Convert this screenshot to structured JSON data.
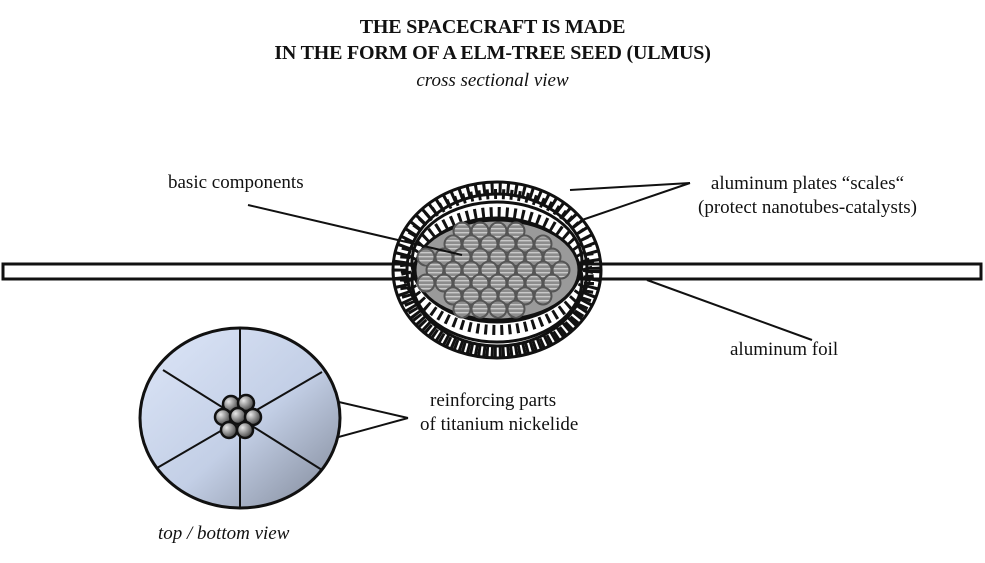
{
  "title": {
    "line1": "THE SPACECRAFT IS MADE",
    "line2": "IN THE FORM OF A ELM-TREE  SEED (ULMUS)",
    "subtitle": "cross sectional view"
  },
  "labels": {
    "basic_components": "basic components",
    "aluminum_plates_line1": "aluminum plates “scales“",
    "aluminum_plates_line2": "(protect nanotubes-catalysts)",
    "aluminum_foil": "aluminum foil",
    "reinforcing_line1": "reinforcing parts",
    "reinforcing_line2": "of titanium nickelide",
    "top_bottom_view": "top / bottom view"
  },
  "colors": {
    "disc_light": "#dbe4f6",
    "disc_dark": "#8d95a6",
    "core_fill": "#8a8a8a",
    "stroke": "#111111"
  }
}
